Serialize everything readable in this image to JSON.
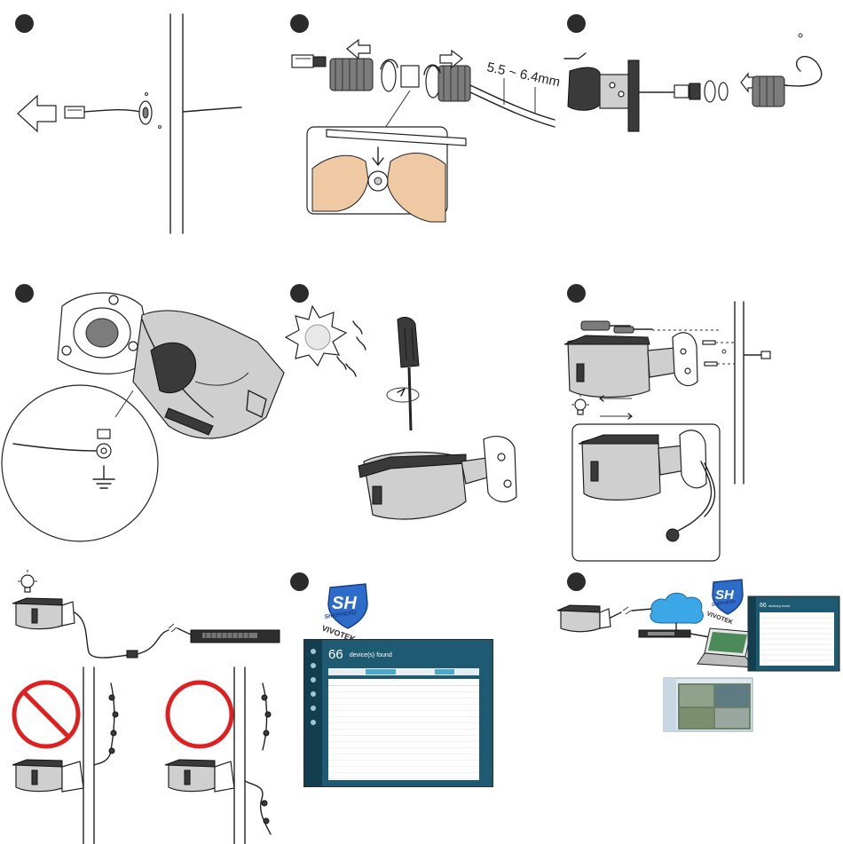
{
  "steps": {
    "cable_spec": "5.5 ~ 6.4mm"
  },
  "software": {
    "logo_initials": "SH",
    "logo_word": "SHEPHERD",
    "brand": "VIVOTEK",
    "device_count": "66",
    "found_label": "device(s) found",
    "small_count": "66",
    "small_found_label": "device(s) found"
  },
  "icons": {
    "step_marker": "filled-circle",
    "direction": "arrow-icon",
    "bulb": "lightbulb-icon",
    "forbidden": "prohibited-icon",
    "allowed": "ok-circle-icon",
    "ground": "ground-symbol-icon",
    "sun": "sun-icon",
    "cloud": "network-cloud-icon"
  },
  "colors": {
    "forbidden_red": "#e02020",
    "app_teal": "#1e5b72",
    "cloud_blue": "#3ba7e6",
    "logo_blue": "#2e6cc9"
  }
}
